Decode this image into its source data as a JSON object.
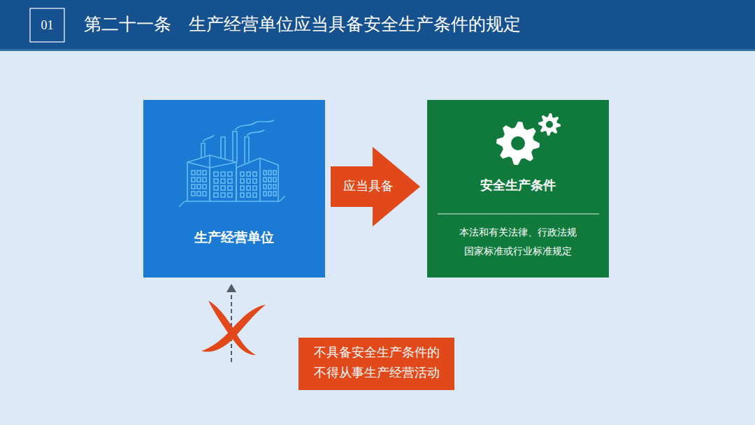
{
  "diagram": {
    "title": "第二十一条　生产经营单位应当具备安全生产条件的规定",
    "nodes": [
      {
        "text": [
          "生产经营单位"
        ]
      },
      {
        "text": [
          "安全生产条件",
          "本法和有关法律、行政法规 国家标准或行业标准规定"
        ]
      },
      {
        "text": [
          "不具备安全生产条件的 不得从事生产经营活动"
        ]
      }
    ],
    "edges": [
      {
        "from": 0,
        "to": 1,
        "arrow": "to",
        "label": "应当具备"
      }
    ],
    "labels": [
      "01"
    ]
  }
}
